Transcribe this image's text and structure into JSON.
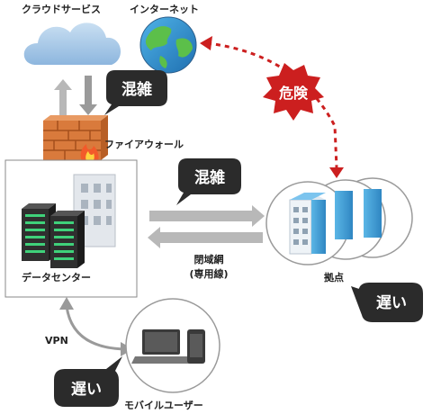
{
  "labels": {
    "cloud_services": "クラウドサービス",
    "internet": "インターネット",
    "firewall": "ファイアウォール",
    "data_center": "データセンター",
    "closed_network_line1": "閉域網",
    "closed_network_line2": "(専用線)",
    "branch": "拠点",
    "vpn": "VPN",
    "mobile_users": "モバイルユーザー"
  },
  "bubbles": {
    "congestion_cloud": "混雑",
    "congestion_network": "混雑",
    "slow_branch": "遅い",
    "slow_mobile": "遅い"
  },
  "warning": {
    "danger": "危険"
  },
  "colors": {
    "bubble": "#2b2b2b",
    "arrow_gray": "#b8b8b8",
    "danger_red": "#cc1f1f",
    "cloud_blue": "#a9c9e8",
    "brick": "#d97a3c",
    "server": "#2f2f2f",
    "server_led": "#3fd17a",
    "building_blue": "#4aa3d8"
  }
}
